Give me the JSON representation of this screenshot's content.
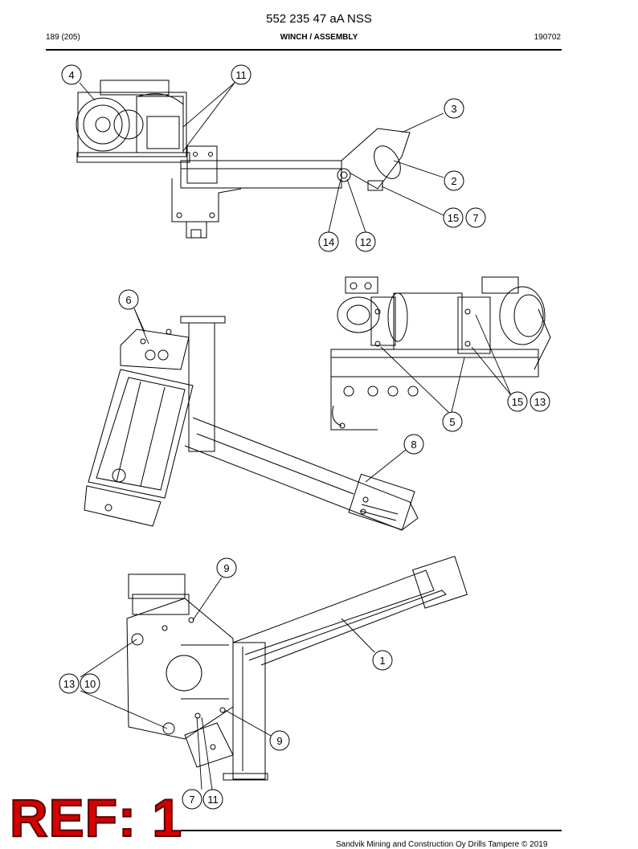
{
  "header": {
    "title": "552 235 47 aA NSS",
    "page": "189 (205)",
    "section": "WINCH / ASSEMBLY",
    "doc_number": "190702"
  },
  "callouts": [
    "1",
    "2",
    "3",
    "4",
    "5",
    "6",
    "7",
    "8",
    "9",
    "10",
    "11",
    "12",
    "13",
    "14",
    "15"
  ],
  "stamp": "REF: 1",
  "footer": {
    "copyright": "Sandvik Mining and Construction Oy Drills Tampere © 2019"
  }
}
